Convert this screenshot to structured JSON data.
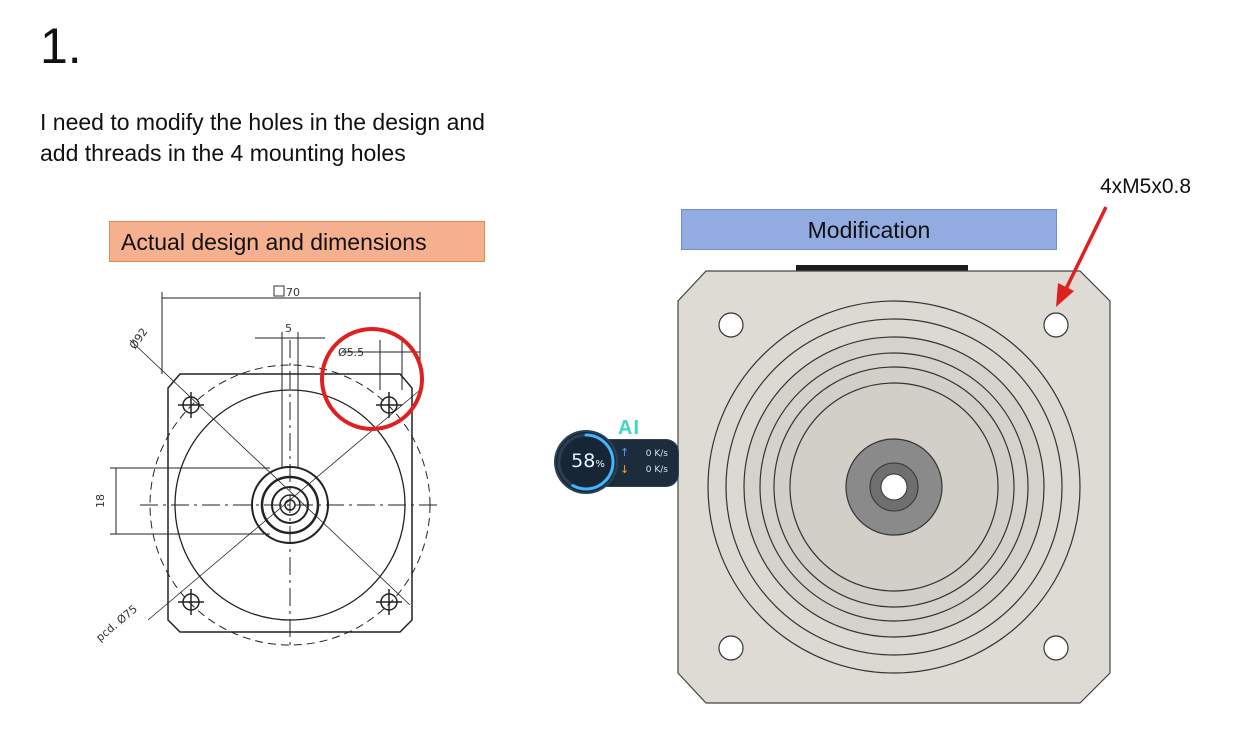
{
  "step_number": "1.",
  "instructions": {
    "line1": "I need to modify the holes in the design and",
    "line2": "add threads in the 4 mounting holes"
  },
  "label_actual": "Actual design and dimensions",
  "label_modification": "Modification",
  "thread_callout": "4xM5x0.8",
  "drawing_dims": {
    "width": "70",
    "diagonal": "Ø92",
    "hole": "Ø5.5",
    "key_offset": "5",
    "shaft_height": "18",
    "pcd": "pcd. Ø75"
  },
  "net_widget": {
    "ai_label": "AI",
    "percent": "58",
    "percent_unit": "%",
    "up_rate": "0 K/s",
    "down_rate": "0 K/s",
    "usage_fraction": 0.58
  },
  "colors": {
    "highlight_circle": "#e02020",
    "callout_arrow": "#e02020",
    "label_actual_bg": "#f5b090",
    "label_mod_bg": "#92abe0"
  }
}
